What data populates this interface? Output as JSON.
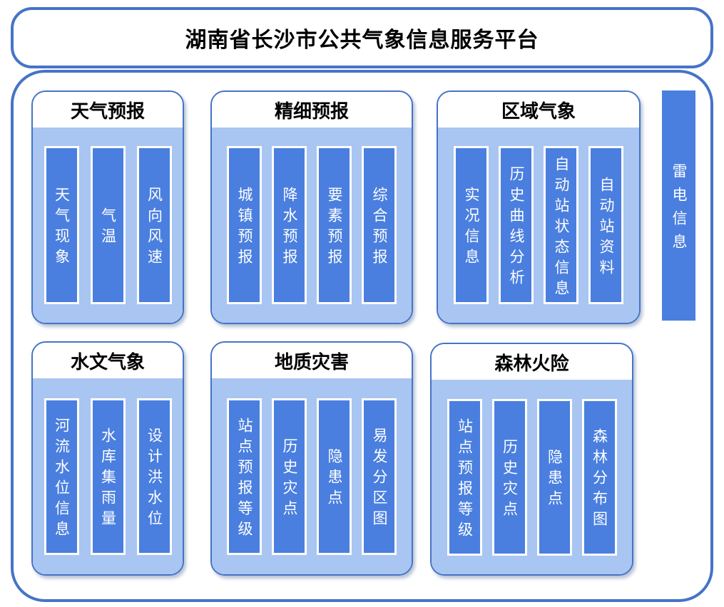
{
  "page_title": "湖南省长沙市公共气象信息服务平台",
  "colors": {
    "accent": "#4673c8",
    "bar_fill": "#4a7fe0",
    "panel_body": "#a9c5f1",
    "title_text": "#000000",
    "bar_text": "#ffffff"
  },
  "panels": [
    {
      "title": "天气预报",
      "items": [
        "天气现象",
        "气温",
        "风向风速"
      ]
    },
    {
      "title": "精细预报",
      "items": [
        "城镇预报",
        "降水预报",
        "要素预报",
        "综合预报"
      ]
    },
    {
      "title": "区域气象",
      "items": [
        "实况信息",
        "历史曲线分析",
        "自动站状态信息",
        "自动站资料"
      ]
    },
    {
      "title": "水文气象",
      "items": [
        "河流水位信息",
        "水库集雨量",
        "设计洪水位"
      ]
    },
    {
      "title": "地质灾害",
      "items": [
        "站点预报等级",
        "历史灾点",
        "隐患点",
        "易发分区图"
      ]
    },
    {
      "title": "森林火险",
      "items": [
        "站点预报等级",
        "历史灾点",
        "隐患点",
        "森林分布图"
      ]
    }
  ],
  "side_item": {
    "label": "雷电信息"
  }
}
